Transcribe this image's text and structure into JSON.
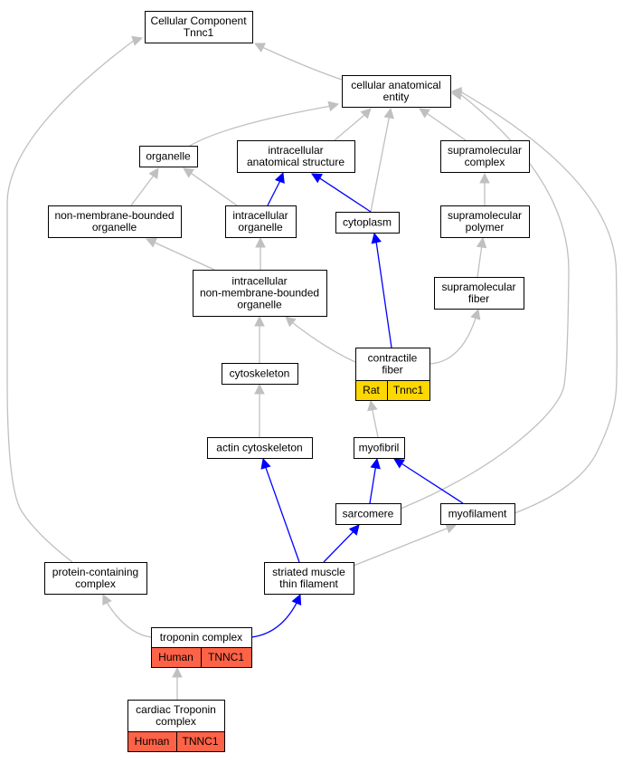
{
  "colors": {
    "gray_edge": "#c0c0c0",
    "blue_edge": "#0000ff",
    "rat_badge": "#ffd700",
    "human_badge": "#ff6347"
  },
  "nodes": {
    "cc_root": [
      "Cellular Component",
      "Tnnc1"
    ],
    "cae": [
      "cellular anatomical",
      "entity"
    ],
    "organelle": [
      "organelle"
    ],
    "ias": [
      "intracellular",
      "anatomical structure"
    ],
    "smc": [
      "supramolecular",
      "complex"
    ],
    "nmbo": [
      "non-membrane-bounded",
      "organelle"
    ],
    "io": [
      "intracellular",
      "organelle"
    ],
    "cytoplasm": [
      "cytoplasm"
    ],
    "smp": [
      "supramolecular",
      "polymer"
    ],
    "inmbo": [
      "intracellular",
      "non-membrane-bounded",
      "organelle"
    ],
    "smf": [
      "supramolecular",
      "fiber"
    ],
    "cytoskeleton": [
      "cytoskeleton"
    ],
    "cf": [
      "contractile",
      "fiber"
    ],
    "actin": [
      "actin cytoskeleton"
    ],
    "myofibril": [
      "myofibril"
    ],
    "sarcomere": [
      "sarcomere"
    ],
    "myofilament": [
      "myofilament"
    ],
    "pcc": [
      "protein-containing",
      "complex"
    ],
    "smtf": [
      "striated muscle",
      "thin filament"
    ],
    "troponin": [
      "troponin complex"
    ],
    "cardiac": [
      "cardiac Troponin",
      "complex"
    ]
  },
  "badges": {
    "cf": [
      "Rat",
      "Tnnc1"
    ],
    "troponin": [
      "Human",
      "TNNC1"
    ],
    "cardiac": [
      "Human",
      "TNNC1"
    ]
  },
  "edges": [
    {
      "from": "cae",
      "to": "cc_root",
      "color": "gray"
    },
    {
      "from": "pcc",
      "to": "cc_root",
      "color": "gray"
    },
    {
      "from": "organelle",
      "to": "cae",
      "color": "gray"
    },
    {
      "from": "ias",
      "to": "cae",
      "color": "gray"
    },
    {
      "from": "cytoplasm",
      "to": "cae",
      "color": "gray"
    },
    {
      "from": "smc",
      "to": "cae",
      "color": "gray"
    },
    {
      "from": "sarcomere",
      "to": "cae",
      "color": "gray"
    },
    {
      "from": "myofilament",
      "to": "cae",
      "color": "gray"
    },
    {
      "from": "nmbo",
      "to": "organelle",
      "color": "gray"
    },
    {
      "from": "io",
      "to": "organelle",
      "color": "gray"
    },
    {
      "from": "io",
      "to": "ias",
      "color": "blue"
    },
    {
      "from": "cytoplasm",
      "to": "ias",
      "color": "blue"
    },
    {
      "from": "smp",
      "to": "smc",
      "color": "gray"
    },
    {
      "from": "inmbo",
      "to": "nmbo",
      "color": "gray"
    },
    {
      "from": "inmbo",
      "to": "io",
      "color": "gray"
    },
    {
      "from": "cf",
      "to": "cytoplasm",
      "color": "blue"
    },
    {
      "from": "smf",
      "to": "smp",
      "color": "gray"
    },
    {
      "from": "cf",
      "to": "inmbo",
      "color": "gray"
    },
    {
      "from": "cytoskeleton",
      "to": "inmbo",
      "color": "gray"
    },
    {
      "from": "cf",
      "to": "smf",
      "color": "gray"
    },
    {
      "from": "actin",
      "to": "cytoskeleton",
      "color": "gray"
    },
    {
      "from": "myofibril",
      "to": "cf",
      "color": "gray"
    },
    {
      "from": "smtf",
      "to": "actin",
      "color": "blue"
    },
    {
      "from": "sarcomere",
      "to": "myofibril",
      "color": "blue"
    },
    {
      "from": "myofilament",
      "to": "myofibril",
      "color": "blue"
    },
    {
      "from": "smtf",
      "to": "sarcomere",
      "color": "blue"
    },
    {
      "from": "smtf",
      "to": "myofilament",
      "color": "gray"
    },
    {
      "from": "troponin",
      "to": "pcc",
      "color": "gray"
    },
    {
      "from": "troponin",
      "to": "smtf",
      "color": "blue"
    },
    {
      "from": "cardiac",
      "to": "troponin",
      "color": "gray"
    }
  ]
}
